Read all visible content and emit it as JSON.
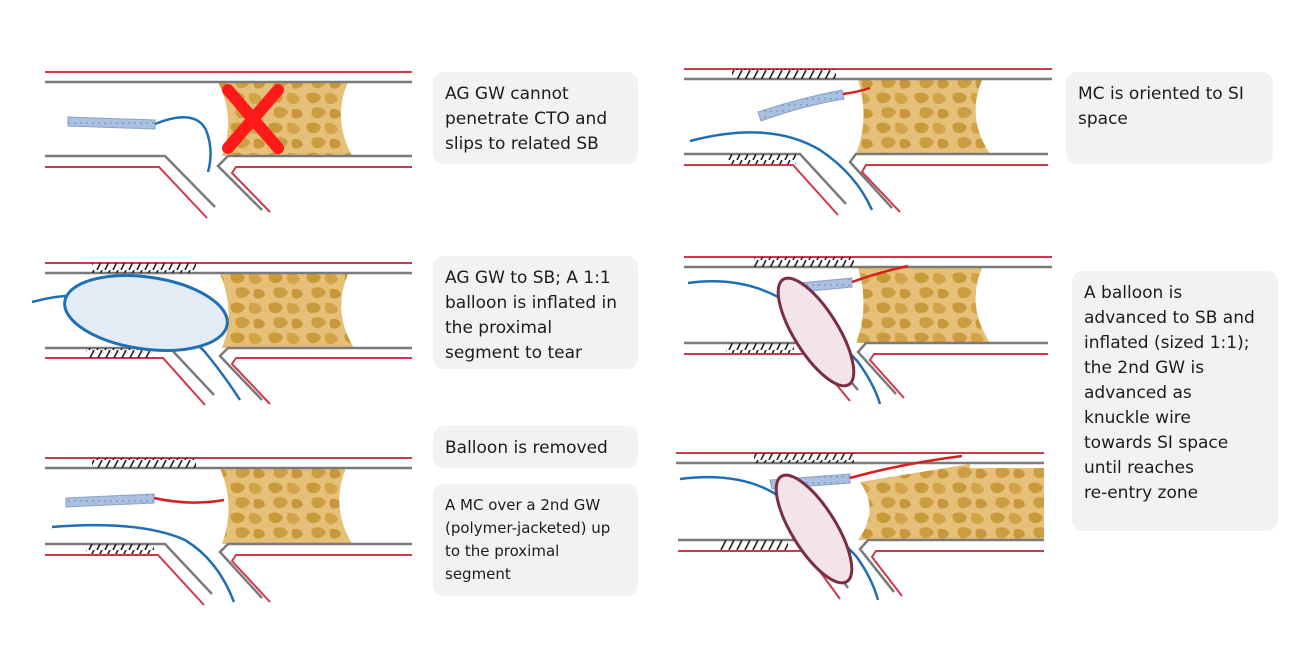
{
  "captions": {
    "step1": "AG GW cannot\npenetrate CTO and\nslips to related SB",
    "step2": "AG GW to SB; A 1:1\nballoon is inflated in\nthe proximal\nsegment to tear",
    "step3a": "Balloon  is removed",
    "step3b": "A MC over a 2nd GW\n(polymer-jacketed) up\nto the proximal\nsegment",
    "step4": "MC is oriented to SI\nspace",
    "step5": "A balloon is\nadvanced to SB and\ninflated (sized 1:1);\nthe 2nd GW is\nadvanced as\nknuckle wire\ntowards SI space\nuntil reaches\nre-entry zone"
  },
  "colors": {
    "vessel_wall": "#7a7a7a",
    "vessel_lining": "#d1364a",
    "plaque": "#d8ad55",
    "guidewire_blue": "#1f6fb5",
    "guidewire_red": "#d81f1f",
    "microcatheter": "#9bb5d8",
    "balloon_blue": "#e3ebf5",
    "balloon_pink": "#f3e4ea",
    "balloon_outline_pink": "#7a2e44",
    "cross_mark": "#ff1a1a",
    "caption_bg": "#f1f2f4"
  }
}
